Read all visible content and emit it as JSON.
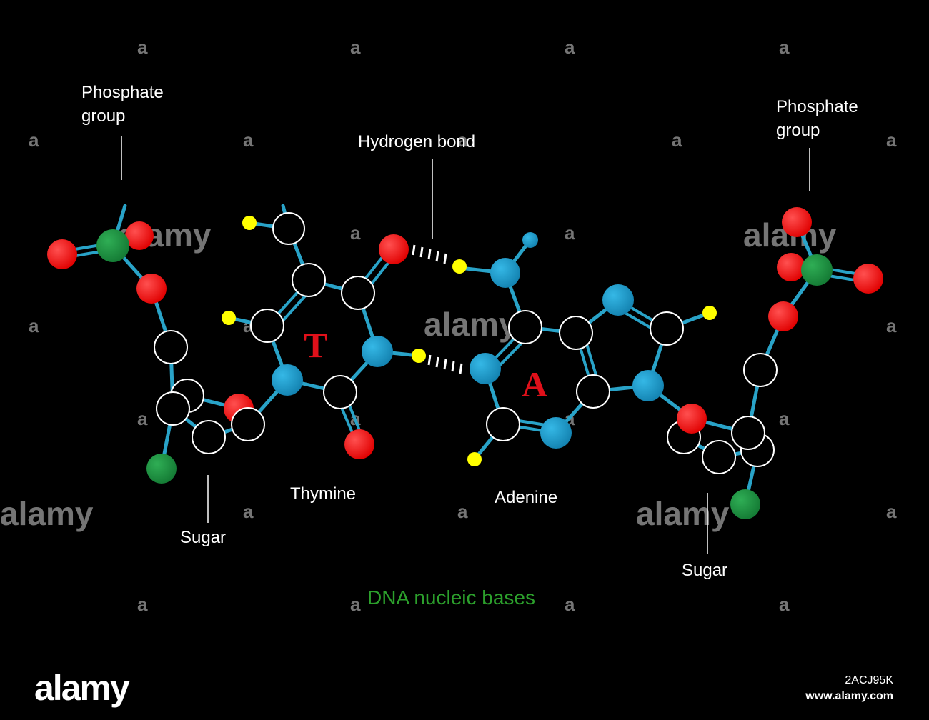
{
  "labels": {
    "phosphate_left_1": "Phosphate",
    "phosphate_left_2": "group",
    "phosphate_right_1": "Phosphate",
    "phosphate_right_2": "group",
    "hydrogen_bond": "Hydrogen bond",
    "thymine": "Thymine",
    "adenine": "Adenine",
    "sugar_left": "Sugar",
    "sugar_right": "Sugar",
    "base_t": "T",
    "base_a": "A"
  },
  "title": "DNA nucleic bases",
  "watermark": {
    "text": "alamy",
    "small": "a"
  },
  "footer": {
    "brand": "alamy",
    "image_id": "2ACJ95K",
    "site": "www.alamy.com"
  },
  "colors": {
    "background": "#000000",
    "bond": "#29a3c8",
    "oxygen": "#ff0000",
    "phosphorus": "#1e8a3c",
    "nitrogen": "#1a9ed0",
    "carbon": "#000000",
    "hydrogen": "#ffff00",
    "title": "#2ca02c",
    "base_letter": "#e0101a"
  }
}
